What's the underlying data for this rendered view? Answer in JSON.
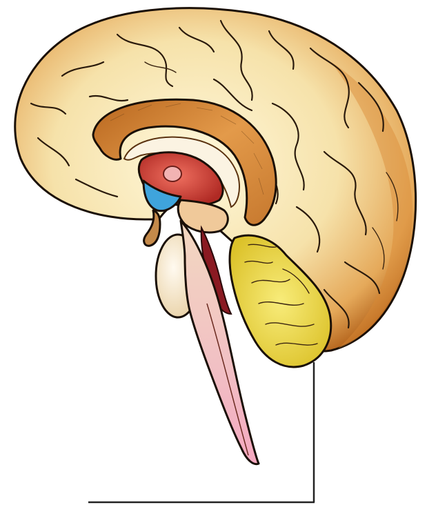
{
  "diagram": {
    "subject": "brain-sagittal-section",
    "structures": [
      {
        "id": "cerebrum",
        "color": "#f3dba0"
      },
      {
        "id": "cerebrum-outer-rim",
        "color": "#d98a35"
      },
      {
        "id": "corpus-callosum",
        "color": "#e09a48"
      },
      {
        "id": "thalamus",
        "color": "#d84a3a"
      },
      {
        "id": "pineal-body",
        "color": "#f2b3b3"
      },
      {
        "id": "hypothalamus",
        "color": "#3fa4dc"
      },
      {
        "id": "pituitary",
        "color": "#c58a4a"
      },
      {
        "id": "pons",
        "color": "#f6e6c6"
      },
      {
        "id": "midbrain-aqueduct",
        "color": "#8a1a22"
      },
      {
        "id": "cerebellum",
        "color": "#f0dc45"
      },
      {
        "id": "brainstem-spinal-cord",
        "color": "#f2c0c8"
      }
    ],
    "leader_line": {
      "target": "cerebellum",
      "label": ""
    }
  }
}
